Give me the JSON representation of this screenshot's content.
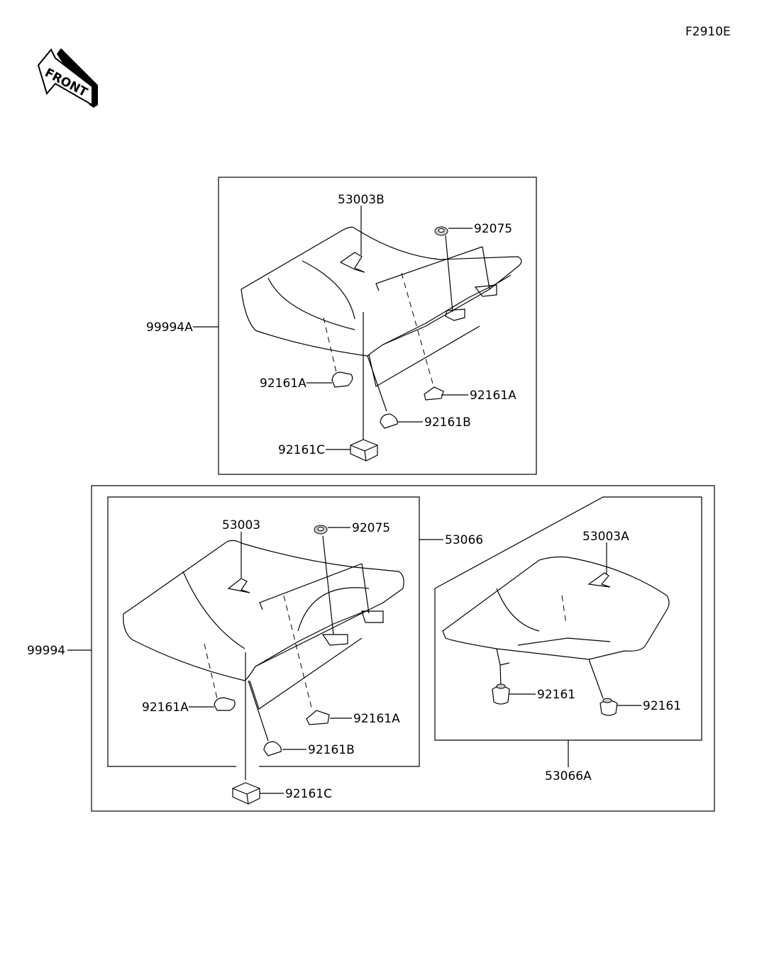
{
  "figure_code": "F2910E",
  "front_label": "FRONT",
  "assembly_a": {
    "label": "99994A",
    "parts": {
      "seat_cover": "53003B",
      "grommet": "92075",
      "damper_left": "92161A",
      "damper_right": "92161A",
      "damper_b": "92161B",
      "damper_c": "92161C"
    }
  },
  "assembly_b": {
    "label": "99994",
    "front_seat": {
      "label": "53066",
      "seat_cover": "53003",
      "grommet": "92075",
      "damper_left": "92161A",
      "damper_right": "92161A",
      "damper_b": "92161B",
      "damper_c": "92161C"
    },
    "rear_seat": {
      "label": "53066A",
      "seat_cover": "53003A",
      "damper_left": "92161",
      "damper_right": "92161"
    }
  }
}
